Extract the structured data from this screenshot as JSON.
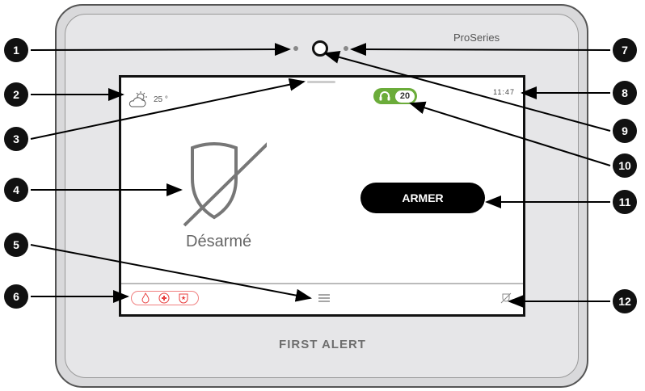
{
  "device": {
    "brand_top": "ProSeries",
    "brand_bottom": "FIRST ALERT"
  },
  "screen": {
    "weather_icon": "partly-cloudy-icon",
    "temperature": "25 °",
    "time": "11:47",
    "status_icon": "headset-icon",
    "status_count": "20",
    "state_label": "Désarmé",
    "arm_button": "ARMER",
    "emergency_icons": [
      "fire-icon",
      "medical-icon",
      "police-icon"
    ],
    "menu_icon": "menu-icon",
    "bypass_icon": "bypass-icon"
  },
  "callouts": [
    "1",
    "2",
    "3",
    "4",
    "5",
    "6",
    "7",
    "8",
    "9",
    "10",
    "11",
    "12"
  ],
  "colors": {
    "status_green": "#6bac3a",
    "emergency_red": "#e84040"
  }
}
